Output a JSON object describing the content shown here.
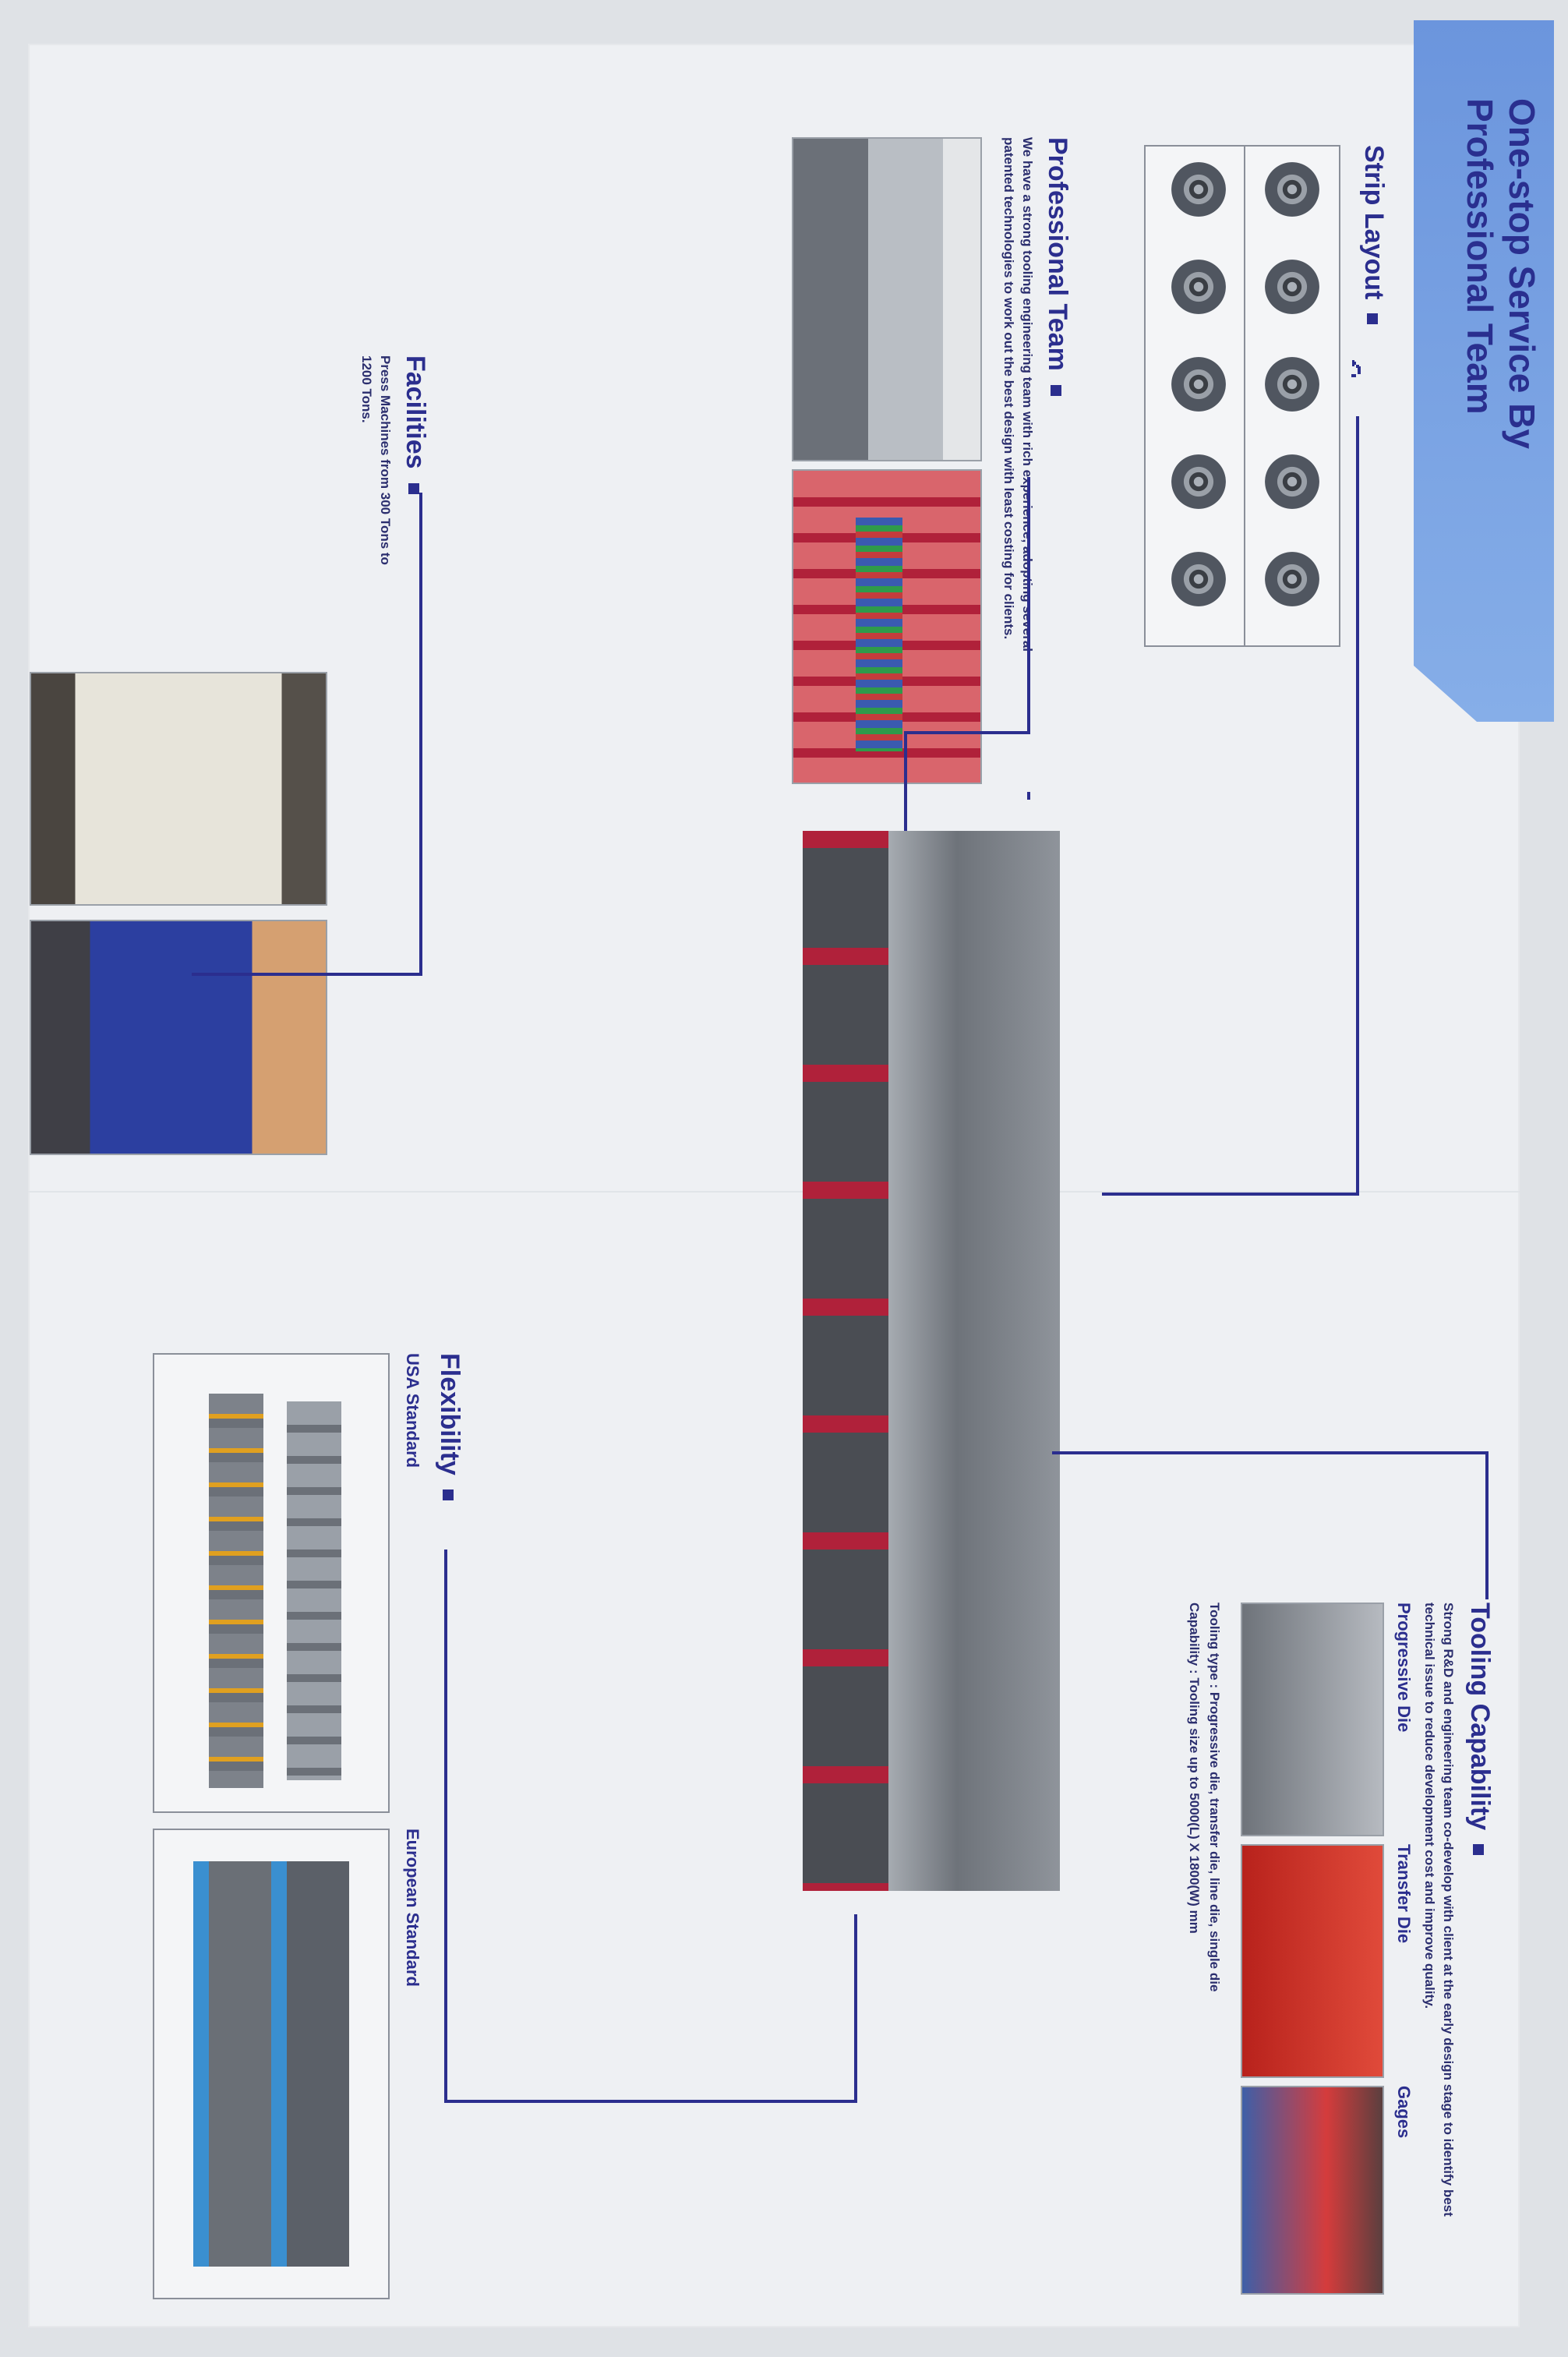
{
  "brochure": {
    "header_title": "One-stop Service By Professional Team",
    "strip_layout": {
      "title": "Strip Layout"
    },
    "professional_team": {
      "title": "Professional Team",
      "body": "We have a strong tooling engineering team with rich experience, adopting several patented technologies to work out the best design with least costing for clients."
    },
    "facilities": {
      "title": "Facilities",
      "body": "Press Machines from 300 Tons to 1200 Tons."
    },
    "tooling_capability": {
      "title": "Tooling Capability",
      "body": "Strong R&D and engineering team co-develop with client at the early design stage to identify best technical issue to reduce development cost and improve quality.",
      "labels": [
        "Progressive Die",
        "Transfer Die",
        "Gages"
      ],
      "tooling_type": "Tooling type : Progressive die, transfer die, line die, single die",
      "capability": "Capability    : Tooling size up to 5000(L) X 1800(W) mm"
    },
    "flexibility": {
      "title": "Flexibility",
      "labels": [
        "USA Standard",
        "European Standard"
      ]
    }
  },
  "colors": {
    "accent": "#2b2e8e",
    "banner": "#7aa3e4",
    "die_red": "#b0213a"
  }
}
